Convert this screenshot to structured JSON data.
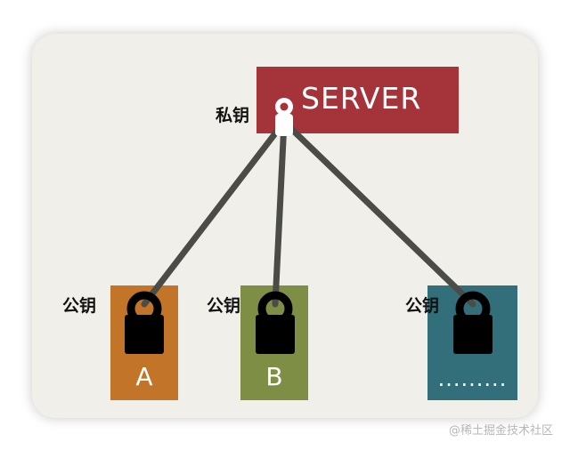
{
  "server": {
    "title": "SERVER",
    "private_key_label": "私钥",
    "color": "#a5343a"
  },
  "public_key_label": "公钥",
  "clients": [
    {
      "label": "A",
      "color": "#c27529"
    },
    {
      "label": "B",
      "color": "#7f8e45"
    },
    {
      "label": ".........",
      "color": "#336f7b"
    }
  ],
  "watermark": "@稀土掘金技术社区",
  "icons": [
    "lock-icon",
    "ring-key-icon",
    "connection-cable"
  ]
}
